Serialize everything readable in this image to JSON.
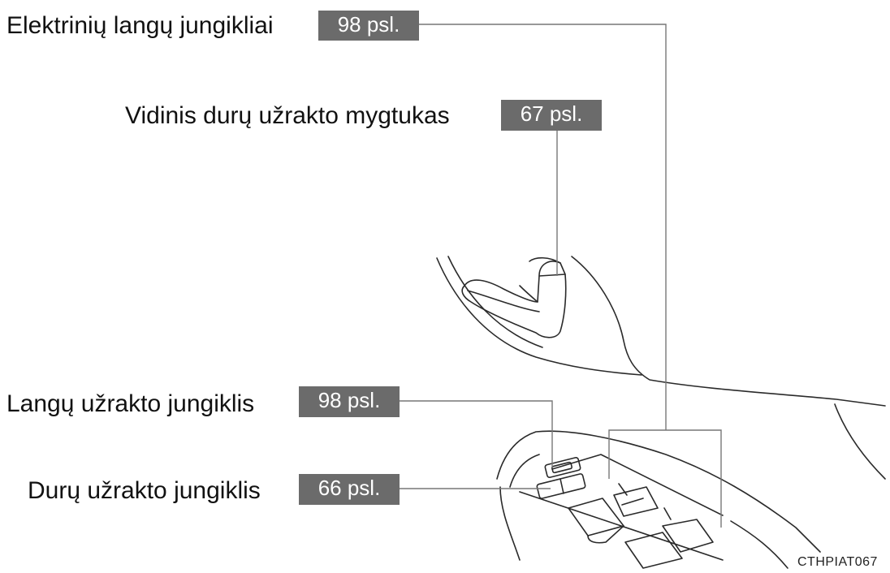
{
  "callouts": [
    {
      "label": "Elektrinių langų jungikliai",
      "page": "98 psl."
    },
    {
      "label": "Vidinis durų užrakto mygtukas",
      "page": "67 psl."
    },
    {
      "label": "Langų užrakto jungiklis",
      "page": "98 psl."
    },
    {
      "label": "Durų užrakto jungiklis",
      "page": "66 psl."
    }
  ],
  "figure_code": "CTHPIAT067",
  "colors": {
    "badge": "#6b6b6b",
    "line": "#777777",
    "drawing": "#2a2a2a"
  }
}
